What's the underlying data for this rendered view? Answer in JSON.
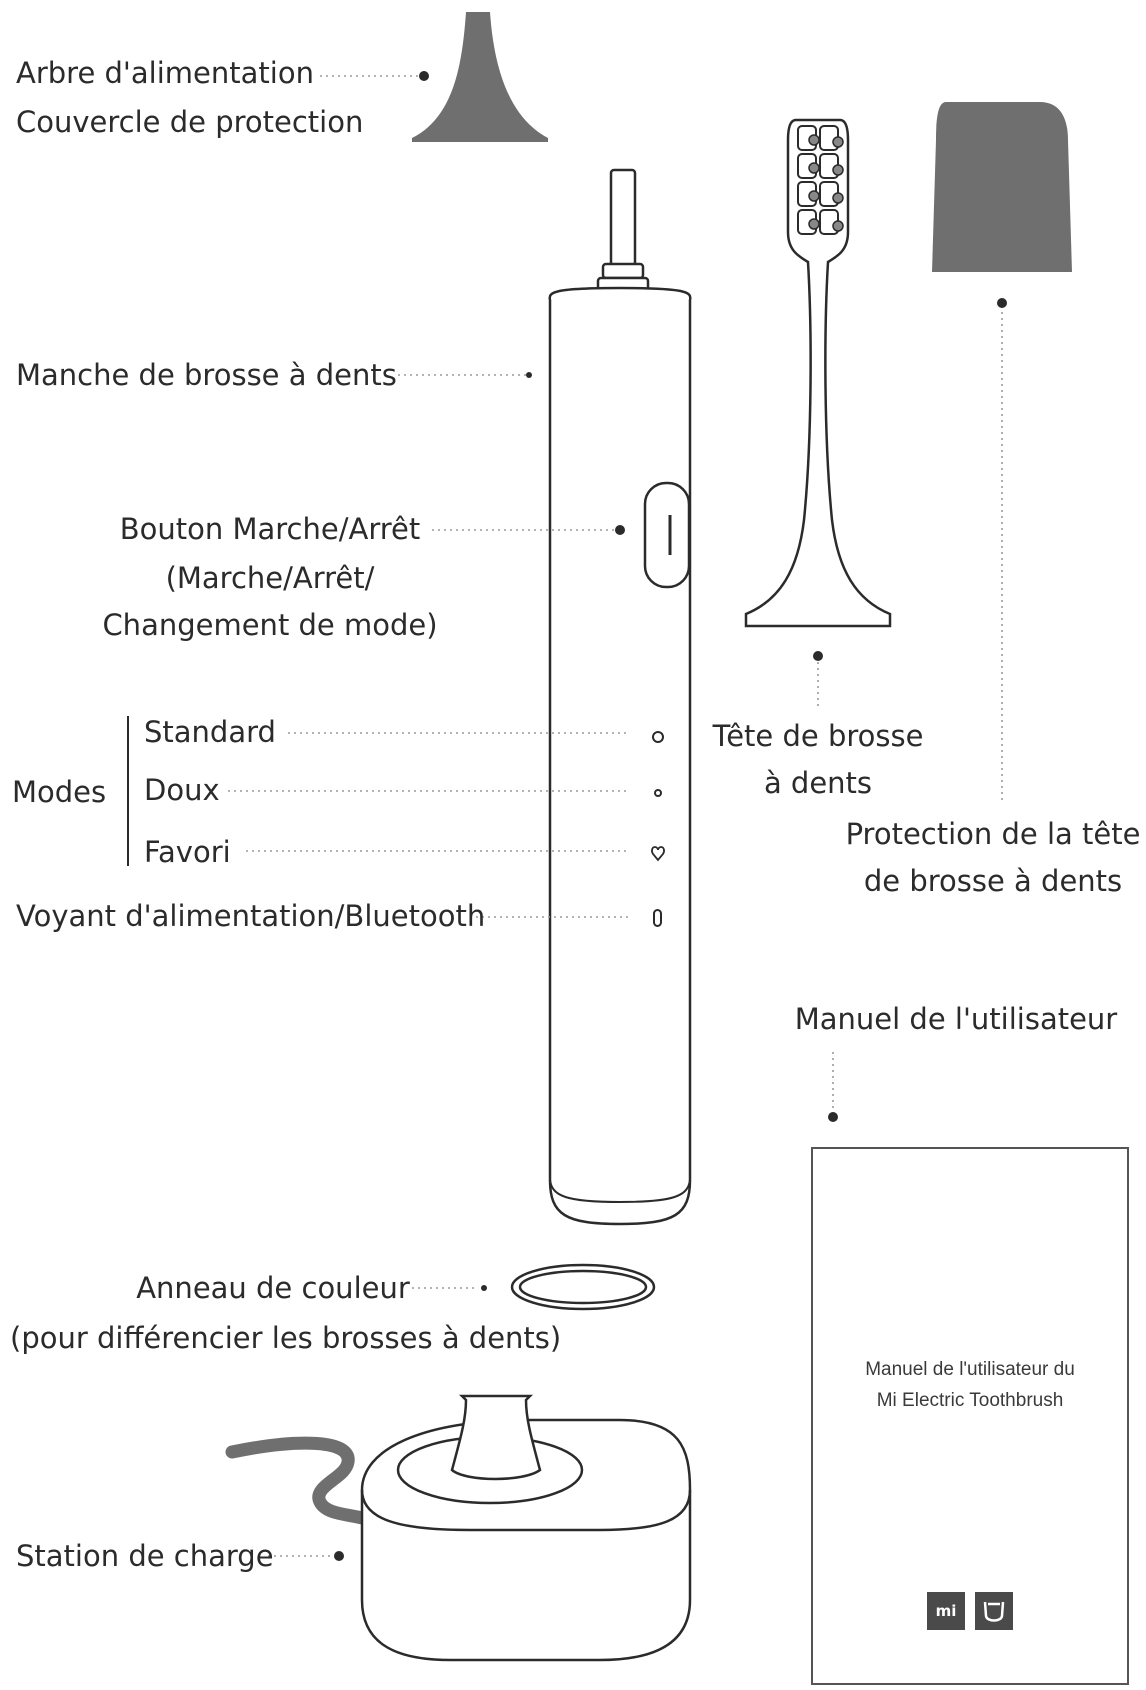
{
  "labels": {
    "shaft": "Arbre d'alimentation",
    "shaft_cover": "Couvercle de protection",
    "handle": "Manche de brosse à dents",
    "power_button_1": "Bouton Marche/Arrêt",
    "power_button_2": "(Marche/Arrêt/",
    "power_button_3": "Changement de mode)",
    "modes": "Modes",
    "mode_standard": "Standard",
    "mode_soft": "Doux",
    "mode_favorite": "Favori",
    "indicator": "Voyant d'alimentation/Bluetooth",
    "brush_head_1": "Tête de brosse",
    "brush_head_2": "à dents",
    "head_cover_1": "Protection de la tête",
    "head_cover_2": "de brosse à dents",
    "manual": "Manuel de l'utilisateur",
    "color_ring_1": "Anneau de couleur",
    "color_ring_2": "(pour différencier les brosses à dents)",
    "charging_station": "Station de charge"
  },
  "manual_cover": {
    "line1": "Manuel de l'utilisateur du",
    "line2": "Mi Electric Toothbrush",
    "logo_mi": "mi"
  },
  "colors": {
    "line": "#2b2b2b",
    "fill_dark": "#6f6f6f",
    "leader": "#9a9a9a"
  }
}
